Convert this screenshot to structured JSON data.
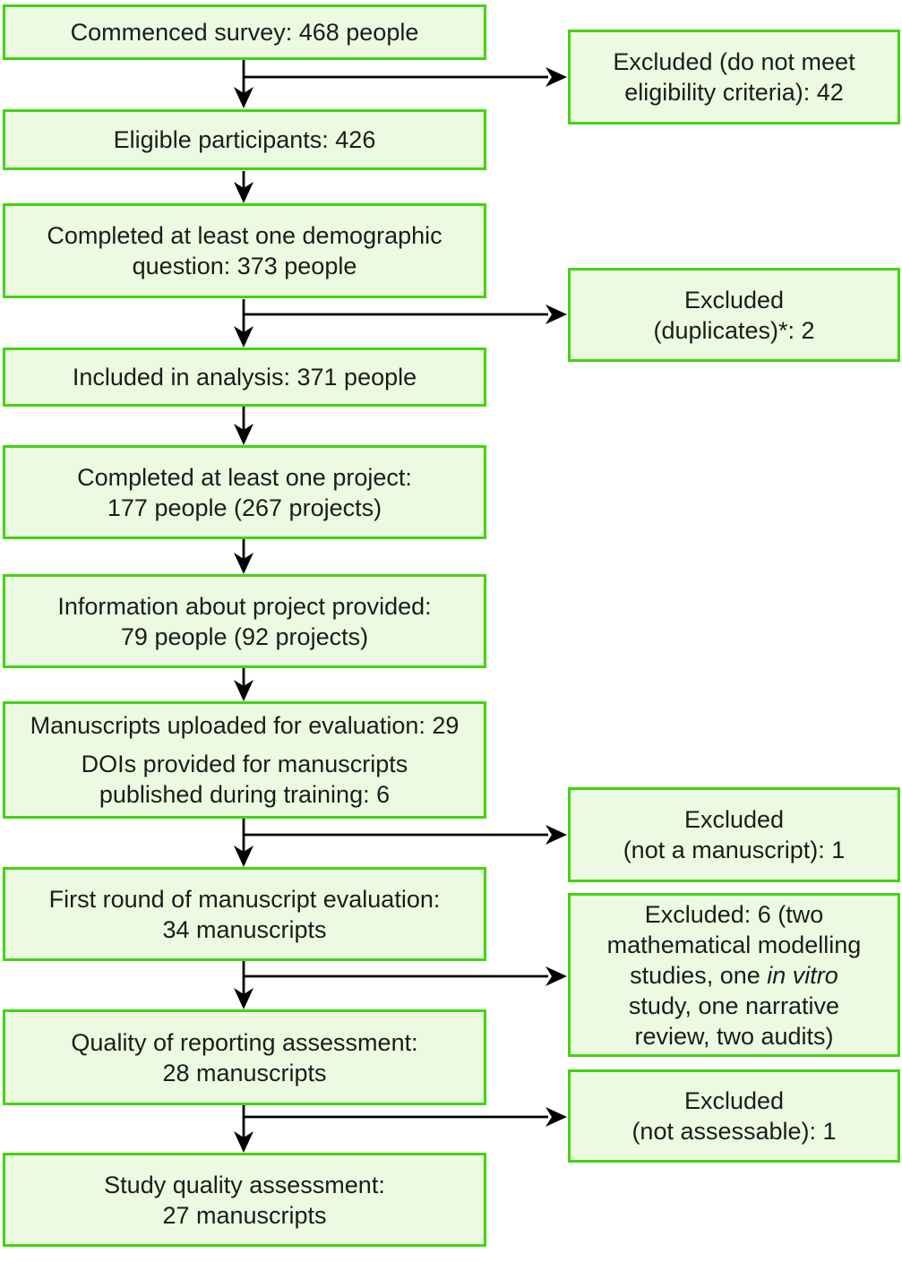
{
  "colors": {
    "box_border": "#43d410",
    "box_fill": "#ecfae1",
    "arrow": "#000000",
    "text": "#1c1c1c"
  },
  "flow": {
    "main_boxes": [
      {
        "id": "commenced-survey",
        "lines": [
          "Commenced survey: 468 people"
        ]
      },
      {
        "id": "eligible-participants",
        "lines": [
          "Eligible participants: 426"
        ]
      },
      {
        "id": "completed-demographic-question",
        "lines": [
          "Completed at least one demographic",
          "question: 373 people"
        ]
      },
      {
        "id": "included-in-analysis",
        "lines": [
          "Included in analysis: 371 people"
        ]
      },
      {
        "id": "completed-one-project",
        "lines": [
          "Completed at least one project:",
          "177 people (267 projects)"
        ]
      },
      {
        "id": "information-about-project",
        "lines": [
          "Information about project provided:",
          "79 people (92 projects)"
        ]
      },
      {
        "id": "manuscripts-uploaded",
        "lines": [
          "Manuscripts uploaded for evaluation: 29",
          "DOIs provided for manuscripts",
          "published during training: 6"
        ]
      },
      {
        "id": "first-round-evaluation",
        "lines": [
          "First round of manuscript evaluation:",
          "34 manuscripts"
        ]
      },
      {
        "id": "quality-of-reporting",
        "lines": [
          "Quality of reporting assessment:",
          "28 manuscripts"
        ]
      },
      {
        "id": "study-quality",
        "lines": [
          "Study quality assessment:",
          "27 manuscripts"
        ]
      }
    ],
    "excluded_boxes": [
      {
        "id": "excluded-eligibility",
        "lines": [
          [
            {
              "text": "Excluded (do not meet"
            }
          ],
          [
            {
              "text": "eligibility criteria): 42"
            }
          ]
        ]
      },
      {
        "id": "excluded-duplicates",
        "lines": [
          [
            {
              "text": "Excluded"
            }
          ],
          [
            {
              "text": "(duplicates)*: 2"
            }
          ]
        ]
      },
      {
        "id": "excluded-not-manuscript",
        "lines": [
          [
            {
              "text": "Excluded"
            }
          ],
          [
            {
              "text": "(not a manuscript): 1"
            }
          ]
        ]
      },
      {
        "id": "excluded-six-studies",
        "lines": [
          [
            {
              "text": "Excluded: 6 (two"
            }
          ],
          [
            {
              "text": "mathematical modelling"
            }
          ],
          [
            {
              "text": "studies, one "
            },
            {
              "text": "in vitro",
              "italic": true
            }
          ],
          [
            {
              "text": "study, one narrative"
            }
          ],
          [
            {
              "text": "review, two audits)"
            }
          ]
        ]
      },
      {
        "id": "excluded-not-assessable",
        "lines": [
          [
            {
              "text": "Excluded"
            }
          ],
          [
            {
              "text": "(not assessable): 1"
            }
          ]
        ]
      }
    ]
  }
}
